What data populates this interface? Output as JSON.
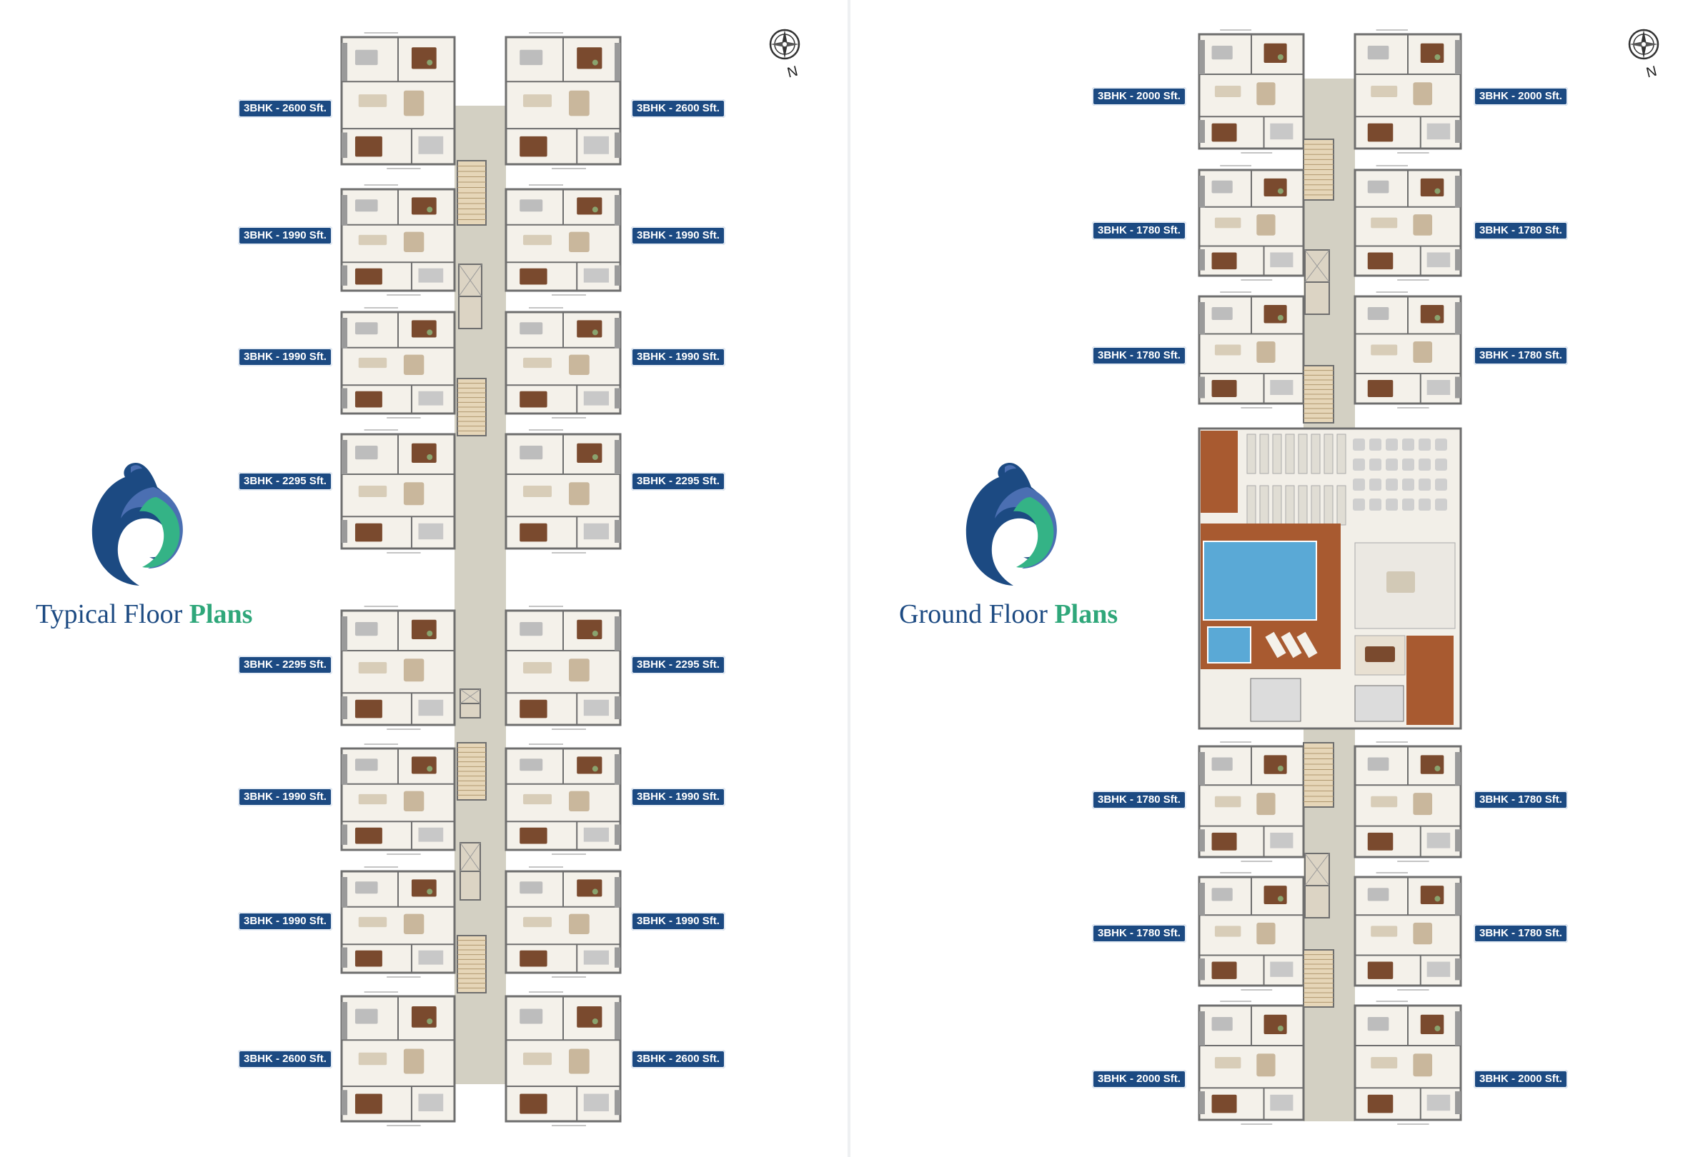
{
  "left_page": {
    "title_part1": "Typical Floor",
    "title_part2": "Plans",
    "compass_label": "N",
    "labels_left": [
      "3BHK - 2600 Sft.",
      "3BHK - 1990 Sft.",
      "3BHK - 1990 Sft.",
      "3BHK - 2295 Sft.",
      "3BHK - 2295 Sft.",
      "3BHK - 1990 Sft.",
      "3BHK - 1990 Sft.",
      "3BHK - 2600 Sft."
    ],
    "labels_right": [
      "3BHK - 2600 Sft.",
      "3BHK - 1990 Sft.",
      "3BHK - 1990 Sft.",
      "3BHK - 2295 Sft.",
      "3BHK - 2295 Sft.",
      "3BHK - 1990 Sft.",
      "3BHK - 1990 Sft.",
      "3BHK - 2600 Sft."
    ]
  },
  "right_page": {
    "title_part1": "Ground Floor",
    "title_part2": "Plans",
    "compass_label": "N",
    "labels_left": [
      "3BHK - 2000 Sft.",
      "3BHK - 1780 Sft.",
      "3BHK - 1780 Sft.",
      "3BHK - 1780 Sft.",
      "3BHK - 1780 Sft.",
      "3BHK - 2000 Sft."
    ],
    "labels_right": [
      "3BHK - 2000 Sft.",
      "3BHK - 1780 Sft.",
      "3BHK - 1780 Sft.",
      "3BHK - 1780 Sft.",
      "3BHK - 1780 Sft.",
      "3BHK - 2000 Sft."
    ]
  },
  "colors": {
    "brand_blue": "#1c4a82",
    "brand_green": "#2fa77a",
    "corridor": "#d3d0c3",
    "pool": "#5aa9d6",
    "deck": "#a85a30"
  }
}
